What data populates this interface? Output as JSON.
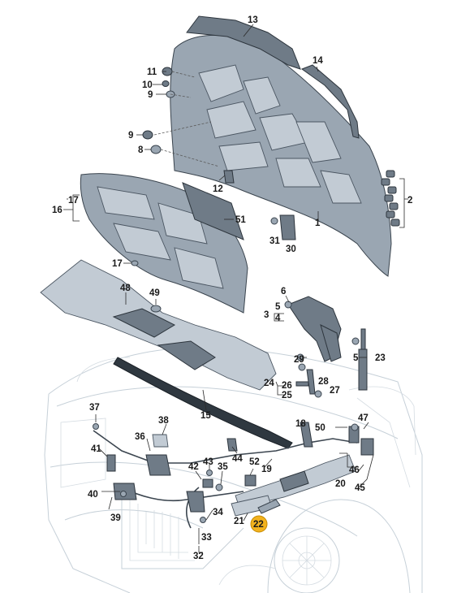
{
  "labels": {
    "l1": "1",
    "l2": "2",
    "l3": "3",
    "l4a": "4",
    "l5a": "5",
    "l5b": "5",
    "l6": "6",
    "l8": "8",
    "l9a": "9",
    "l9b": "9",
    "l10": "10",
    "l11": "11",
    "l12": "12",
    "l13": "13",
    "l14": "14",
    "l15": "15",
    "l16": "16",
    "l17a": "17",
    "l17b": "17",
    "l18": "18",
    "l19": "19",
    "l20": "20",
    "l21": "21",
    "l22": "22",
    "l23": "23",
    "l24": "24",
    "l25": "25",
    "l26": "26",
    "l27": "27",
    "l28": "28",
    "l29": "29",
    "l30": "30",
    "l31": "31",
    "l32": "32",
    "l33": "33",
    "l34": "34",
    "l35": "35",
    "l36": "36",
    "l37": "37",
    "l38": "38",
    "l39": "39",
    "l40": "40",
    "l41": "41",
    "l42": "42",
    "l43": "43",
    "l44": "44",
    "l45": "45",
    "l46": "46",
    "l47": "47",
    "l48": "48",
    "l49": "49",
    "l50": "50",
    "l51": "51",
    "l52": "52"
  },
  "highlighted_part": "22",
  "colors": {
    "highlight": "#f2b21e",
    "part": "#9aa6b2",
    "ghost_body": "#c6d0d8"
  }
}
